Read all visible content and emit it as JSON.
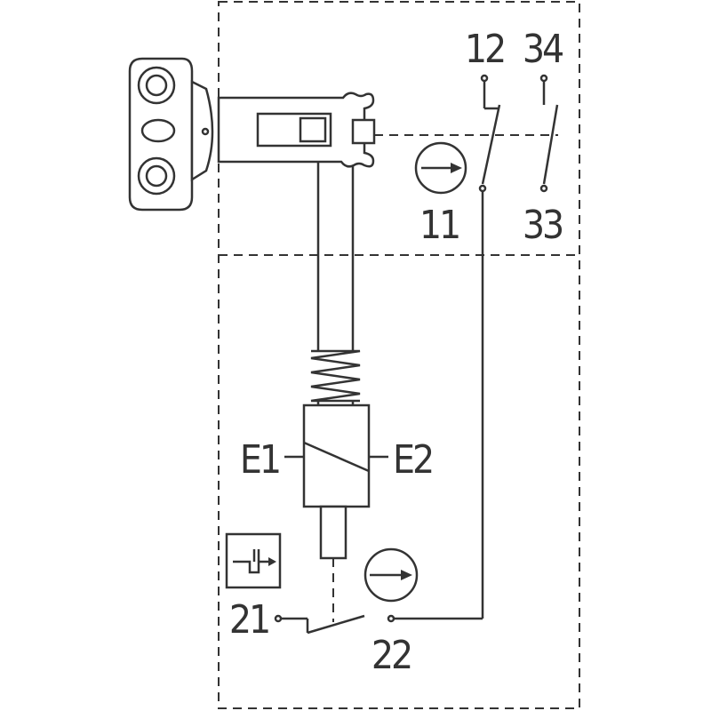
{
  "terminals": {
    "t12": "12",
    "t34": "34",
    "t11": "11",
    "t33": "33",
    "t21": "21",
    "t22": "22"
  },
  "coil": {
    "e1": "E1",
    "e2": "E2"
  },
  "colors": {
    "line": "#333333",
    "background": "#ffffff"
  },
  "icons": [
    "roller-actuator-icon",
    "rotation-direction-icon",
    "latching-symbol-icon"
  ]
}
